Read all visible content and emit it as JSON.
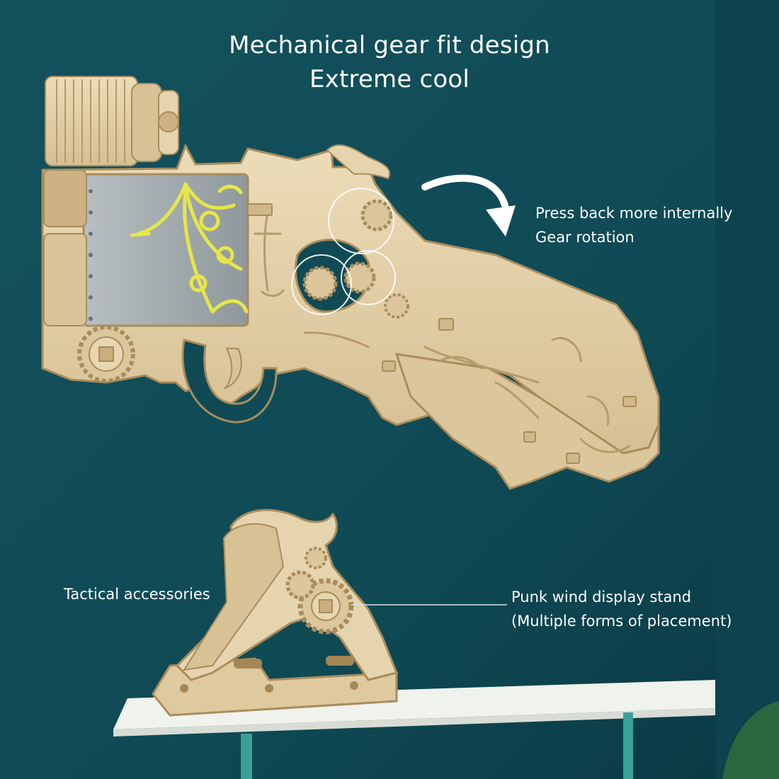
{
  "headline": {
    "line1": "Mechanical gear fit design",
    "line2": "Extreme cool"
  },
  "callouts": {
    "gear_line1": "Press back more internally",
    "gear_line2": "Gear rotation",
    "accessories": "Tactical accessories",
    "stand_line1": "Punk wind display stand",
    "stand_line2": "(Multiple forms of placement)"
  },
  "colors": {
    "background": "#0f4a55",
    "wood": "#e3cfa6",
    "cylinder_panel": "#9aa2a5",
    "filigree": "#e6e64a",
    "table_top": "#eef0ea",
    "text": "#ffffff"
  },
  "icons": {
    "arrow": "curved-arrow-icon",
    "highlight": "circle-highlight-icon",
    "gear": "gear-icon"
  }
}
